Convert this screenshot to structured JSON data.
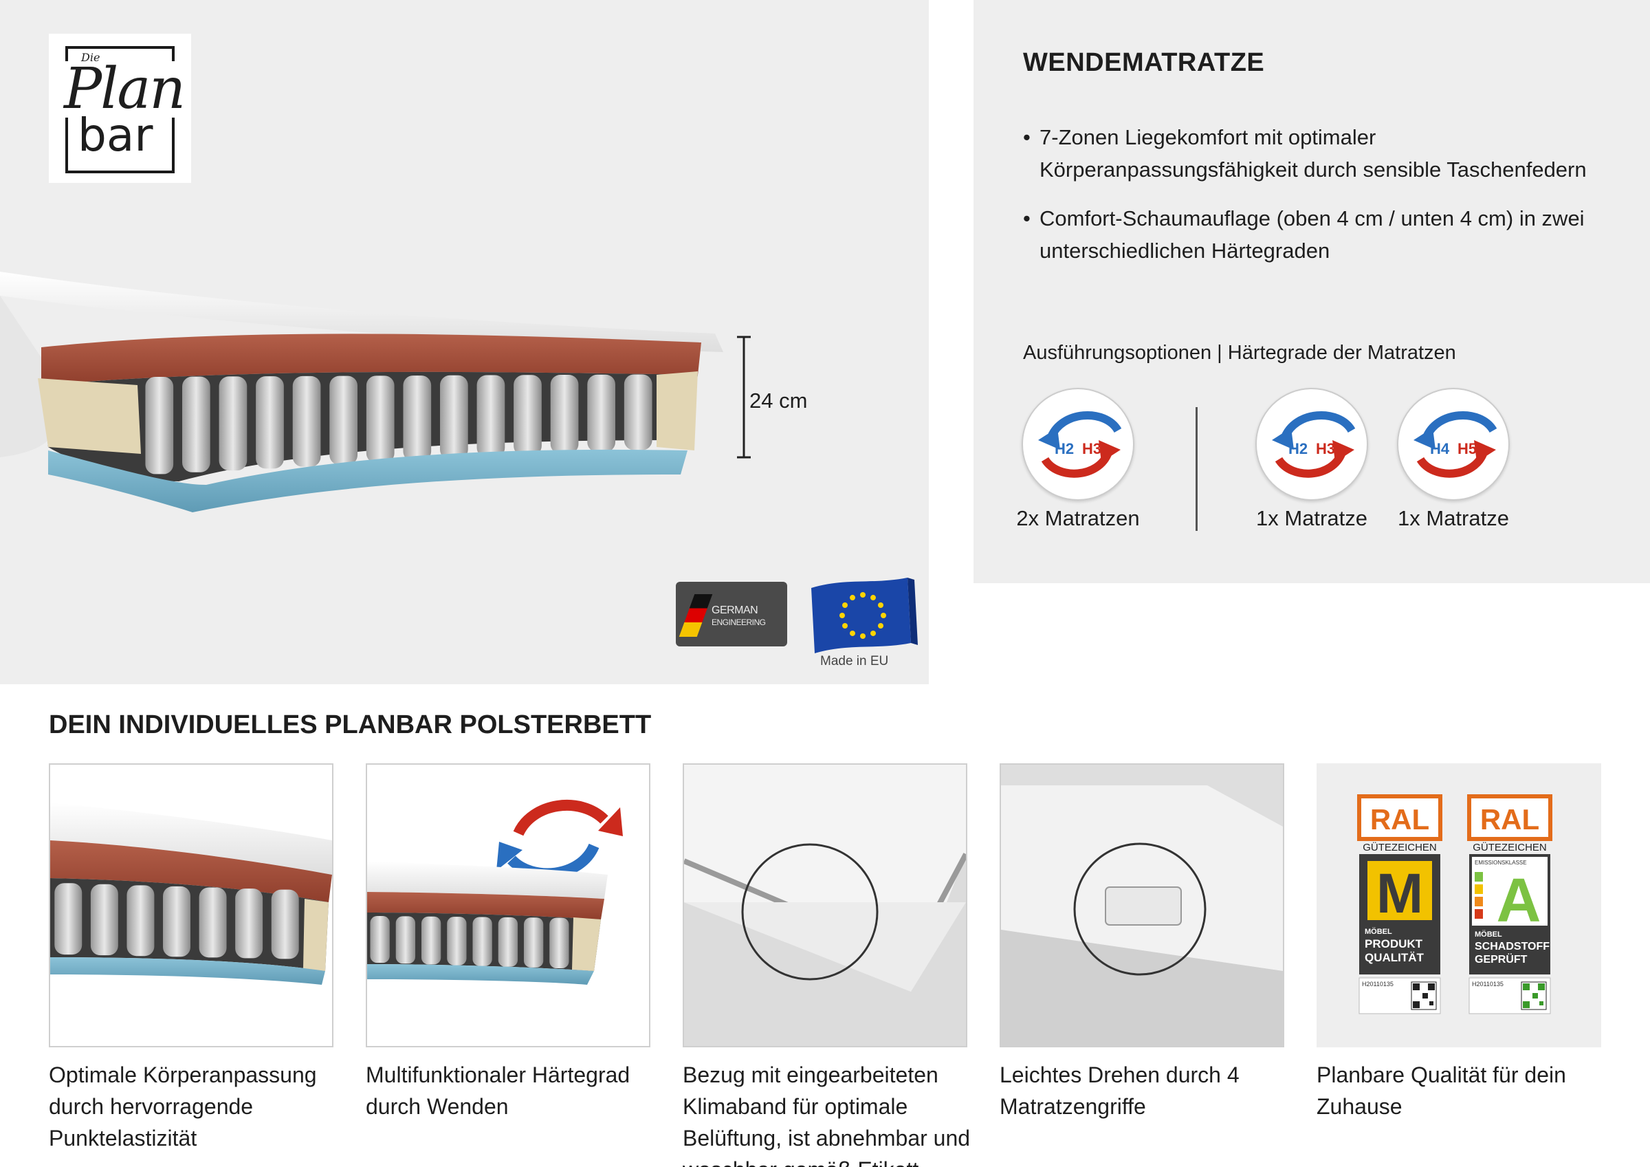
{
  "logo": {
    "small": "Die",
    "line1": "Plan",
    "line2": "bar"
  },
  "hero": {
    "dimension": "24 cm"
  },
  "badges": {
    "german_line1": "GERMAN",
    "german_line2": "ENGINEERING",
    "made_in_eu": "Made in EU"
  },
  "info": {
    "title": "WENDEMATRATZE",
    "bullets": [
      "7-Zonen Liegekomfort mit optimaler Körperanpassungsfähigkeit durch sensible Taschenfedern",
      "Comfort-Schaumauflage (oben 4 cm / unten 4 cm) in zwei unterschiedlichen Härtegraden"
    ],
    "options_label": "Ausführungsoptionen | Härtegrade der Matratzen",
    "options": [
      {
        "left": "H2",
        "right": "H3",
        "caption": "2x Matratzen"
      },
      {
        "left": "H2",
        "right": "H3",
        "caption": "1x Matratze"
      },
      {
        "left": "H4",
        "right": "H5",
        "caption": "1x Matratze"
      }
    ]
  },
  "features": {
    "title": "DEIN INDIVIDUELLES PLANBAR POLSTERBETT",
    "cards": [
      {
        "caption": "Optimale Körperanpassung durch hervorragende Punktelastizität"
      },
      {
        "caption": "Multifunktionaler Härtegrad durch Wenden"
      },
      {
        "caption": "Bezug mit eingearbeiteten Klimaband für optimale Belüftung, ist abnehmbar und waschbar gemäß Etikett"
      },
      {
        "caption": "Leichtes Drehen durch 4 Matratzengriffe"
      },
      {
        "caption": "Planbare Qualität für dein Zuhause"
      }
    ],
    "ral": {
      "label": "RAL",
      "guetezeichen": "GÜTEZEICHEN",
      "emission_label": "EMISSIONSKLASSE",
      "m_letter": "M",
      "a_letter": "A",
      "m_line1": "MÖBEL",
      "m_line2": "PRODUKT",
      "m_line3": "QUALITÄT",
      "a_line1": "MÖBEL",
      "a_line2": "SCHADSTOFF",
      "a_line3": "GEPRÜFT",
      "code": "H20110135"
    }
  },
  "colors": {
    "panel": "#eeeeee",
    "foam_red": "#a5503a",
    "foam_blue": "#7ab4cc",
    "latex": "#e2d6b4",
    "ral_orange": "#e36c1a",
    "ral_yellow": "#f2c200",
    "ral_green": "#7cc242",
    "arrow_blue": "#2a6fc0",
    "arrow_red": "#cc2a1d"
  }
}
